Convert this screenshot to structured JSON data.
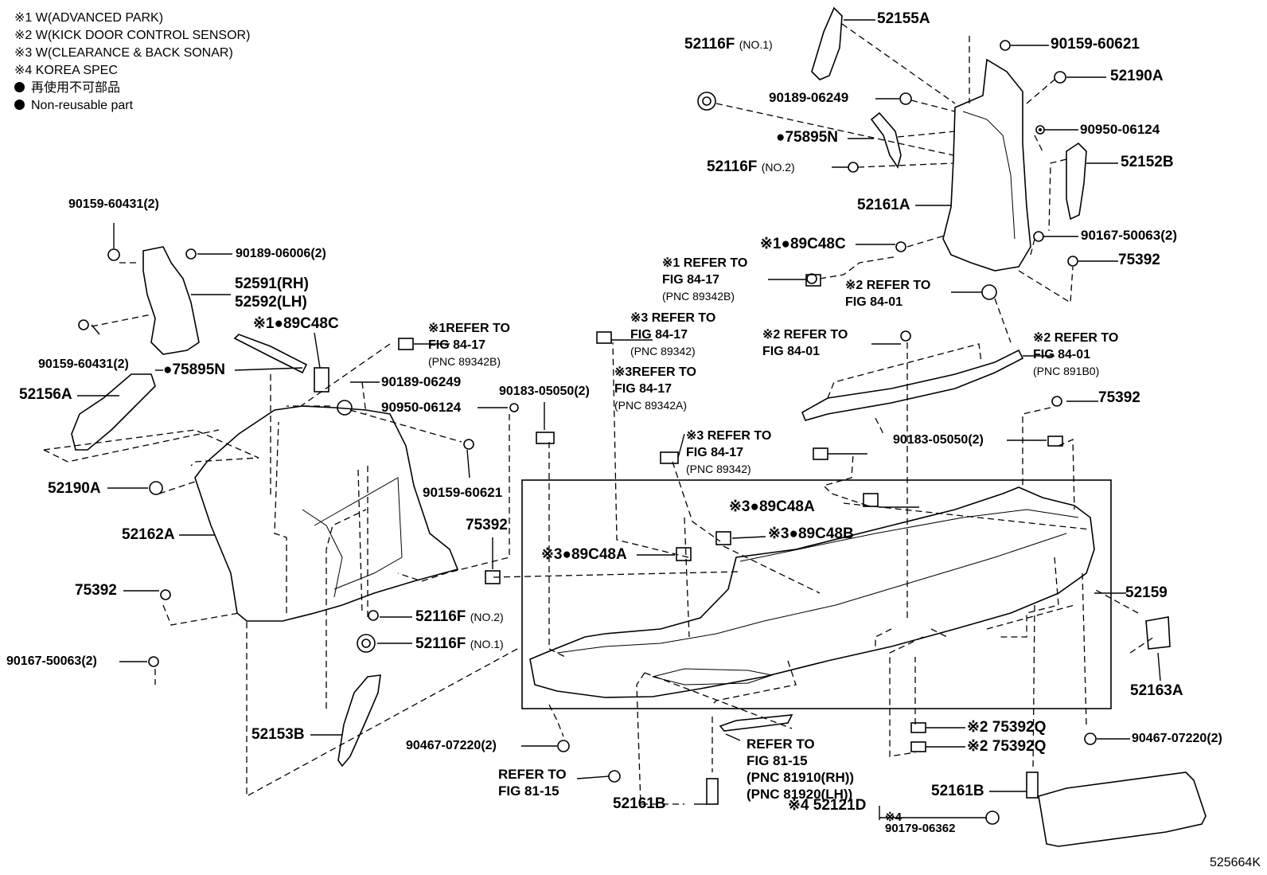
{
  "legend": [
    "※1 W(ADVANCED PARK)",
    "※2 W(KICK DOOR CONTROL  SENSOR)",
    "※3 W(CLEARANCE & BACK SONAR)",
    "※4 KOREA SPEC",
    "再使用不可部品",
    "Non-reusable part"
  ],
  "labels": {
    "l52155A": "52155A",
    "l52116F_no1_top": "52116F",
    "l52116F_no1_top_sfx": "(NO.1)",
    "l90159_60621_top": "90159-60621",
    "l52190A_top": "52190A",
    "l90189_06249_top": "90189-06249",
    "l75895N_top": "●75895N",
    "l90950_06124_top": "90950-06124",
    "l52152B": "52152B",
    "l52116F_no2_top": "52116F",
    "l52116F_no2_top_sfx": "(NO.2)",
    "l52161A": "52161A",
    "l90167_50063_top": "90167-50063(2)",
    "l89C48C_top": "※1●89C48C",
    "l75392_top": "75392",
    "l90159_60431_a": "90159-60431(2)",
    "l90189_06006": "90189-06006(2)",
    "l52591": "52591(RH)",
    "l52592": "52592(LH)",
    "l90159_60431_b": "90159-60431(2)",
    "l75895N_left": "●75895N",
    "l89C48C_mid": "※1●89C48C",
    "l52156A": "52156A",
    "l90189_06249_mid": "90189-06249",
    "l90950_06124_mid": "90950-06124",
    "l90183_05050_a": "90183-05050(2)",
    "l90159_60621_mid": "90159-60621",
    "l52190A_left": "52190A",
    "l52162A": "52162A",
    "l75392_mid": "75392",
    "l75392_left": "75392",
    "l52116F_no2_bot": "52116F",
    "l52116F_no2_bot_sfx": "(NO.2)",
    "l52116F_no1_bot": "52116F",
    "l52116F_no1_bot_sfx": "(NO.1)",
    "l90167_50063_left": "90167-50063(2)",
    "l52153B": "52153B",
    "l89C48A_left": "※3●89C48A",
    "l89C48A_right": "※3●89C48A",
    "l89C48B": "※3●89C48B",
    "l75392_right": "75392",
    "l90183_05050_b": "90183-05050(2)",
    "l52159": "52159",
    "l52163A": "52163A",
    "l90467_left": "90467-07220(2)",
    "l90467_right": "90467-07220(2)",
    "l75392Q_a": "※2 75392Q",
    "l75392Q_b": "※2 75392Q",
    "l52161B_left": "52161B",
    "l52161B_right": "52161B",
    "l52121D": "※4 52121D",
    "l90179_pre": "※4",
    "l90179": "90179-06362",
    "code": "525664K"
  },
  "refs": {
    "r1": [
      "※1 REFER TO",
      "FIG 84-17",
      "(PNC 89342B)"
    ],
    "r2": [
      "※2 REFER TO",
      "FIG 84-01"
    ],
    "r3": [
      "※2 REFER TO",
      "FIG 84-01"
    ],
    "r4": [
      "※2 REFER TO",
      "FIG 84-01",
      "(PNC 891B0)"
    ],
    "r5": [
      "※1REFER TO",
      "FIG 84-17",
      "(PNC 89342B)"
    ],
    "r6": [
      "※3 REFER TO",
      "FIG 84-17",
      "(PNC 89342)"
    ],
    "r7": [
      "※3REFER TO",
      "FIG 84-17",
      "(PNC 89342A)"
    ],
    "r8": [
      "※3 REFER TO",
      "FIG 84-17",
      "(PNC 89342)"
    ],
    "r9": [
      "REFER TO",
      "FIG 81-15",
      "(PNC 81910(RH))",
      "(PNC 81920(LH))"
    ],
    "r10": [
      "REFER TO",
      "FIG 81-15"
    ]
  }
}
